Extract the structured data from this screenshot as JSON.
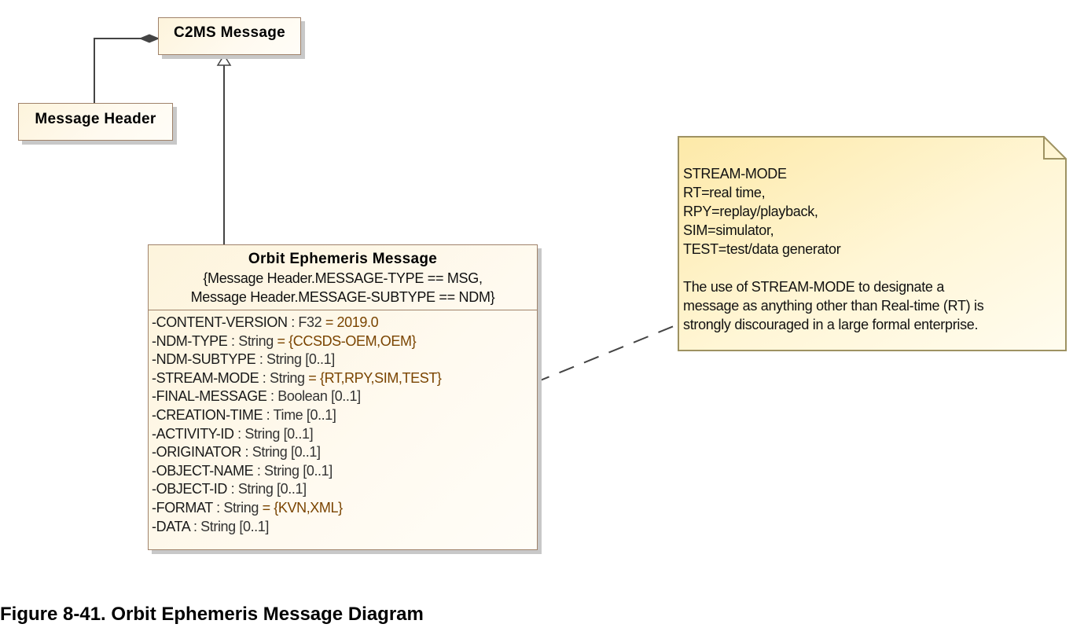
{
  "diagram": {
    "type": "UML class diagram",
    "classes": {
      "c2ms": {
        "name": "C2MS Message"
      },
      "header": {
        "name": "Message Header"
      },
      "oem": {
        "name": "Orbit Ephemeris Message",
        "constraint_lines": [
          "{Message Header.MESSAGE-TYPE == MSG,",
          "Message Header.MESSAGE-SUBTYPE == NDM}"
        ],
        "attributes": [
          {
            "name": "-CONTENT-VERSION",
            "type": " : F32",
            "value": " = 2019.0"
          },
          {
            "name": "-NDM-TYPE",
            "type": " : String",
            "value": " = {CCSDS-OEM,OEM}"
          },
          {
            "name": "-NDM-SUBTYPE",
            "type": " : String [0..1]",
            "value": ""
          },
          {
            "name": "-STREAM-MODE",
            "type": " : String",
            "value": " = {RT,RPY,SIM,TEST}"
          },
          {
            "name": "-FINAL-MESSAGE",
            "type": " : Boolean [0..1]",
            "value": ""
          },
          {
            "name": "-CREATION-TIME",
            "type": " : Time [0..1]",
            "value": ""
          },
          {
            "name": "-ACTIVITY-ID",
            "type": " : String [0..1]",
            "value": ""
          },
          {
            "name": "-ORIGINATOR",
            "type": " : String [0..1]",
            "value": ""
          },
          {
            "name": "-OBJECT-NAME",
            "type": " : String [0..1]",
            "value": ""
          },
          {
            "name": "-OBJECT-ID",
            "type": " : String [0..1]",
            "value": ""
          },
          {
            "name": "-FORMAT",
            "type": " : String",
            "value": " = {KVN,XML}"
          },
          {
            "name": "-DATA",
            "type": " : String [0..1]",
            "value": ""
          }
        ]
      }
    },
    "relationships": [
      {
        "kind": "composition",
        "from": "Message Header",
        "to": "C2MS Message"
      },
      {
        "kind": "generalization",
        "from": "Orbit Ephemeris Message",
        "to": "C2MS Message"
      },
      {
        "kind": "note-anchor",
        "from": "-STREAM-MODE",
        "to": "note"
      }
    ],
    "note": {
      "lines": [
        "STREAM-MODE",
        "RT=real time,",
        "RPY=replay/playback,",
        "SIM=simulator,",
        "TEST=test/data generator",
        "",
        "The use of STREAM-MODE to designate a",
        "message as anything other than Real-time (RT) is",
        "strongly discouraged in a large formal enterprise."
      ]
    },
    "colors": {
      "box_border": "#a0826a",
      "box_fill": "#fdf4dc",
      "note_border": "#9e9262",
      "note_fill": "#fdeeb8",
      "value_text": "#7a4400",
      "line": "#444444"
    }
  },
  "caption": "Figure 8-41. Orbit Ephemeris Message Diagram"
}
